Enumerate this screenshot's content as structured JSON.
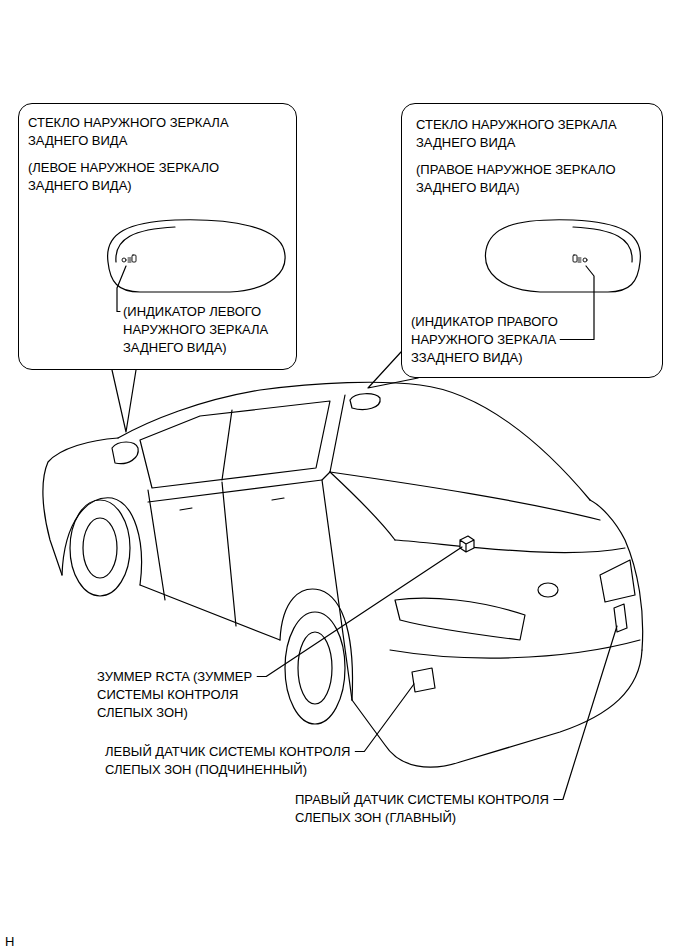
{
  "diagram": {
    "nodes": [
      {
        "text": [
          "СТЕКЛО НАРУЖНОГО ЗЕРКАЛА ЗАДНЕГО ВИДА",
          "(ЛЕВОЕ НАРУЖНОЕ ЗЕРКАЛО ЗАДНЕГО ВИДА)",
          "(ИНДИКАТОР ЛЕВОГО НАРУЖНОГО ЗЕРКАЛА ЗАДНЕГО ВИДА)"
        ]
      },
      {
        "text": [
          "СТЕКЛО НАРУЖНОГО ЗЕРКАЛА ЗАДНЕГО ВИДА",
          "(ПРАВОЕ НАРУЖНОЕ ЗЕРКАЛО ЗАДНЕГО ВИДА)",
          "(ИНДИКАТОР ПРАВОГО НАРУЖНОГО ЗЕРКАЛА ЗЗАДНЕГО ВИДА)"
        ]
      }
    ],
    "labels": [
      "ЗУММЕР RCTA (ЗУММЕР СИСТЕМЫ КОНТРОЛЯ СЛЕПЫХ ЗОН)",
      "ЛЕВЫЙ ДАТЧИК СИСТЕМЫ КОНТРОЛЯ СЛЕПЫХ ЗОН (ПОДЧИНЕННЫЙ)",
      "ПРАВЫЙ ДАТЧИК СИСТЕМЫ КОНТРОЛЯ СЛЕПЫХ ЗОН (ГЛАВНЫЙ)",
      "H"
    ]
  }
}
